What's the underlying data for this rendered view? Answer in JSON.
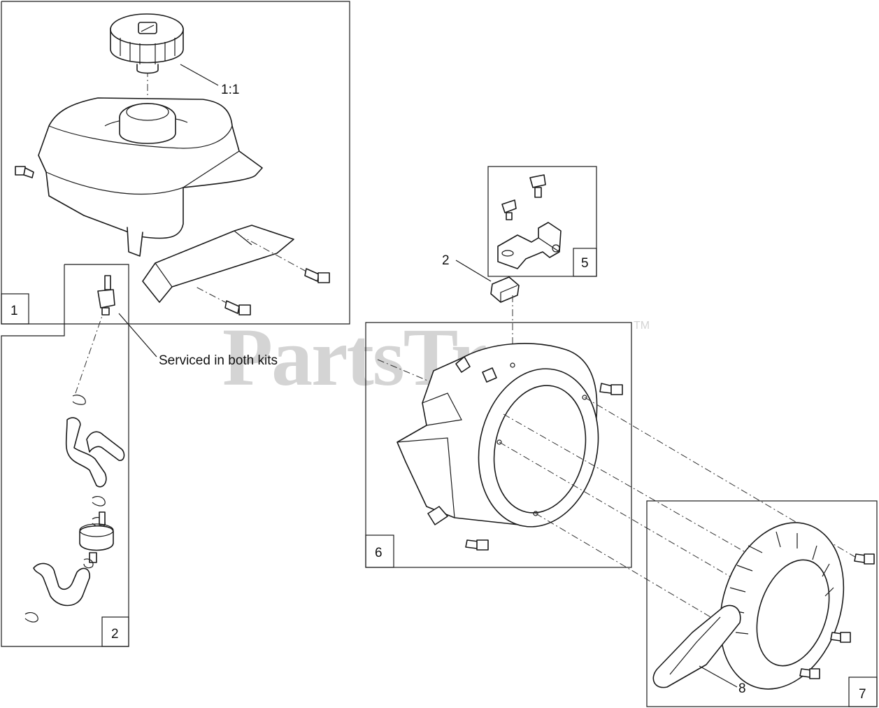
{
  "watermark": {
    "text": "PartsTree",
    "tm": "TM"
  },
  "callouts": {
    "tank_cap": "1:1",
    "bracket_clip": "2",
    "serviced_note": "Serviced in both kits",
    "recoil_handle": "8"
  },
  "kits": {
    "fuel_tank_kit": "1",
    "fuel_line_kit": "2",
    "bracket_kit": "5",
    "fan_housing_kit": "6",
    "recoil_starter_kit": "7"
  }
}
